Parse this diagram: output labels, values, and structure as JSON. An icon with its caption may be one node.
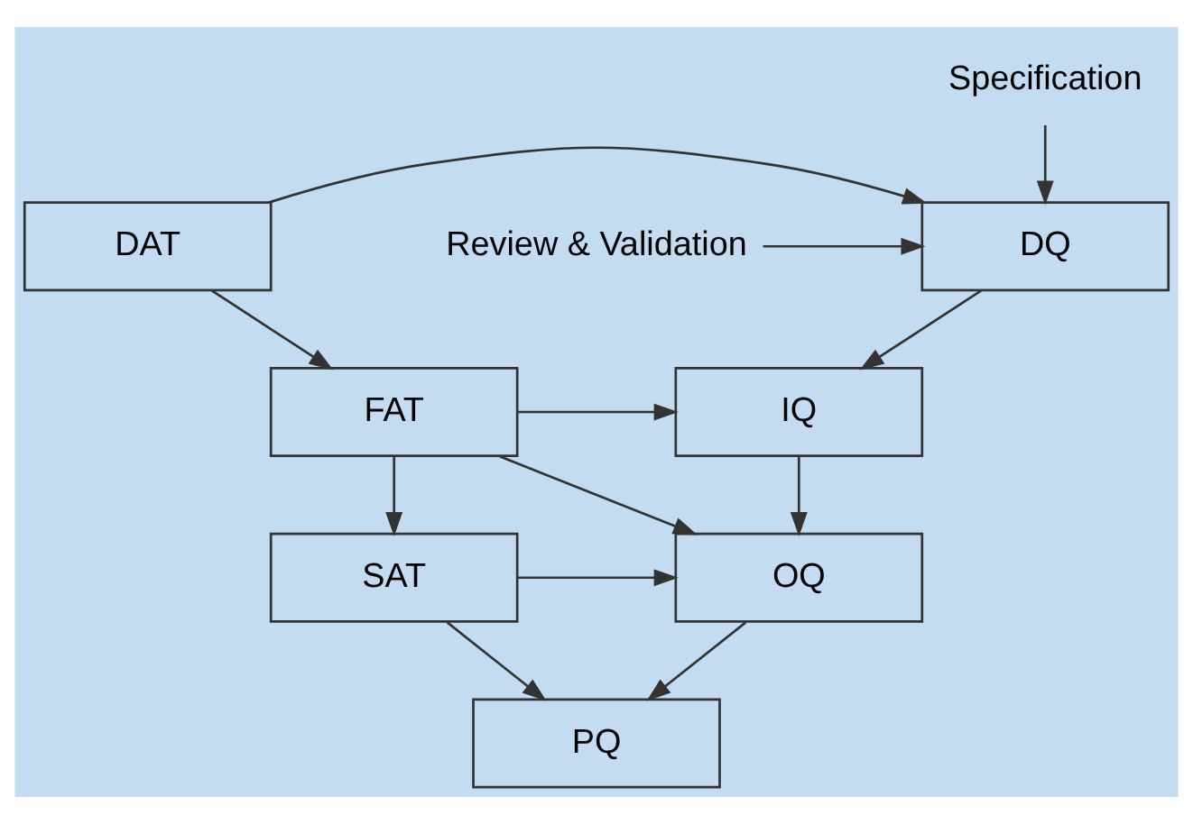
{
  "diagram": {
    "nodes": [
      {
        "text": [
          "Specification"
        ]
      },
      {
        "text": [
          "Review & Validation"
        ]
      },
      {
        "text": [
          "DQ"
        ]
      },
      {
        "text": [
          "IQ"
        ]
      },
      {
        "text": [
          "OQ"
        ]
      },
      {
        "text": [
          "PQ"
        ]
      },
      {
        "text": [
          "DAT"
        ]
      },
      {
        "text": [
          "FAT"
        ]
      },
      {
        "text": [
          "SAT"
        ]
      }
    ],
    "edges": [
      {
        "from": 0,
        "to": 2,
        "arrow": "to"
      },
      {
        "from": 1,
        "to": 2,
        "arrow": "to"
      },
      {
        "from": 6,
        "to": 2,
        "arrow": "to"
      },
      {
        "from": 2,
        "to": 3,
        "arrow": "to"
      },
      {
        "from": 3,
        "to": 4,
        "arrow": "to"
      },
      {
        "from": 4,
        "to": 5,
        "arrow": "to"
      },
      {
        "from": 6,
        "to": 7,
        "arrow": "to"
      },
      {
        "from": 7,
        "to": 3,
        "arrow": "to"
      },
      {
        "from": 7,
        "to": 4,
        "arrow": "to"
      },
      {
        "from": 7,
        "to": 8,
        "arrow": "to"
      },
      {
        "from": 8,
        "to": 4,
        "arrow": "to"
      },
      {
        "from": 8,
        "to": 5,
        "arrow": "to"
      }
    ]
  }
}
